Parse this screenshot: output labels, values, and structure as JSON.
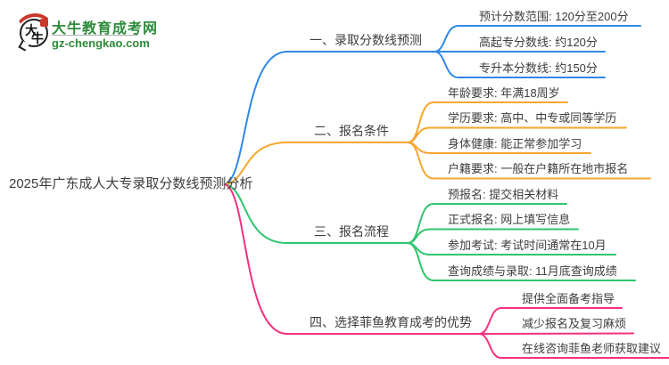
{
  "logo": {
    "icon_char_top": "大",
    "icon_char_bottom": "牛",
    "site_name": "大牛教育成考网",
    "site_url": "gz-chengkao.com",
    "brand_color": "#2e8b3a",
    "accent_red": "#c9372c"
  },
  "mindmap": {
    "root": "2025年广东成人大专录取分数线预测分析",
    "text_color": "#3d3d3d",
    "branches": [
      {
        "label": "一、录取分数线预测",
        "color": "#2f88e8",
        "children": [
          "预计分数范围: 120分至200分",
          "高起专分数线: 约120分",
          "专升本分数线: 约150分"
        ]
      },
      {
        "label": "二、报名条件",
        "color": "#f7a62d",
        "children": [
          "年龄要求: 年满18周岁",
          "学历要求: 高中、中专或同等学历",
          "身体健康: 能正常参加学习",
          "户籍要求: 一般在户籍所在地市报名"
        ]
      },
      {
        "label": "三、报名流程",
        "color": "#2fc56d",
        "children": [
          "预报名: 提交相关材料",
          "正式报名: 网上填写信息",
          "参加考试: 考试时间通常在10月",
          "查询成绩与录取: 11月底查询成绩"
        ]
      },
      {
        "label": "四、选择菲鱼教育成考的优势",
        "color": "#f5317f",
        "children": [
          "提供全面备考指导",
          "减少报名及复习麻烦",
          "在线咨询菲鱼老师获取建议"
        ]
      }
    ]
  }
}
